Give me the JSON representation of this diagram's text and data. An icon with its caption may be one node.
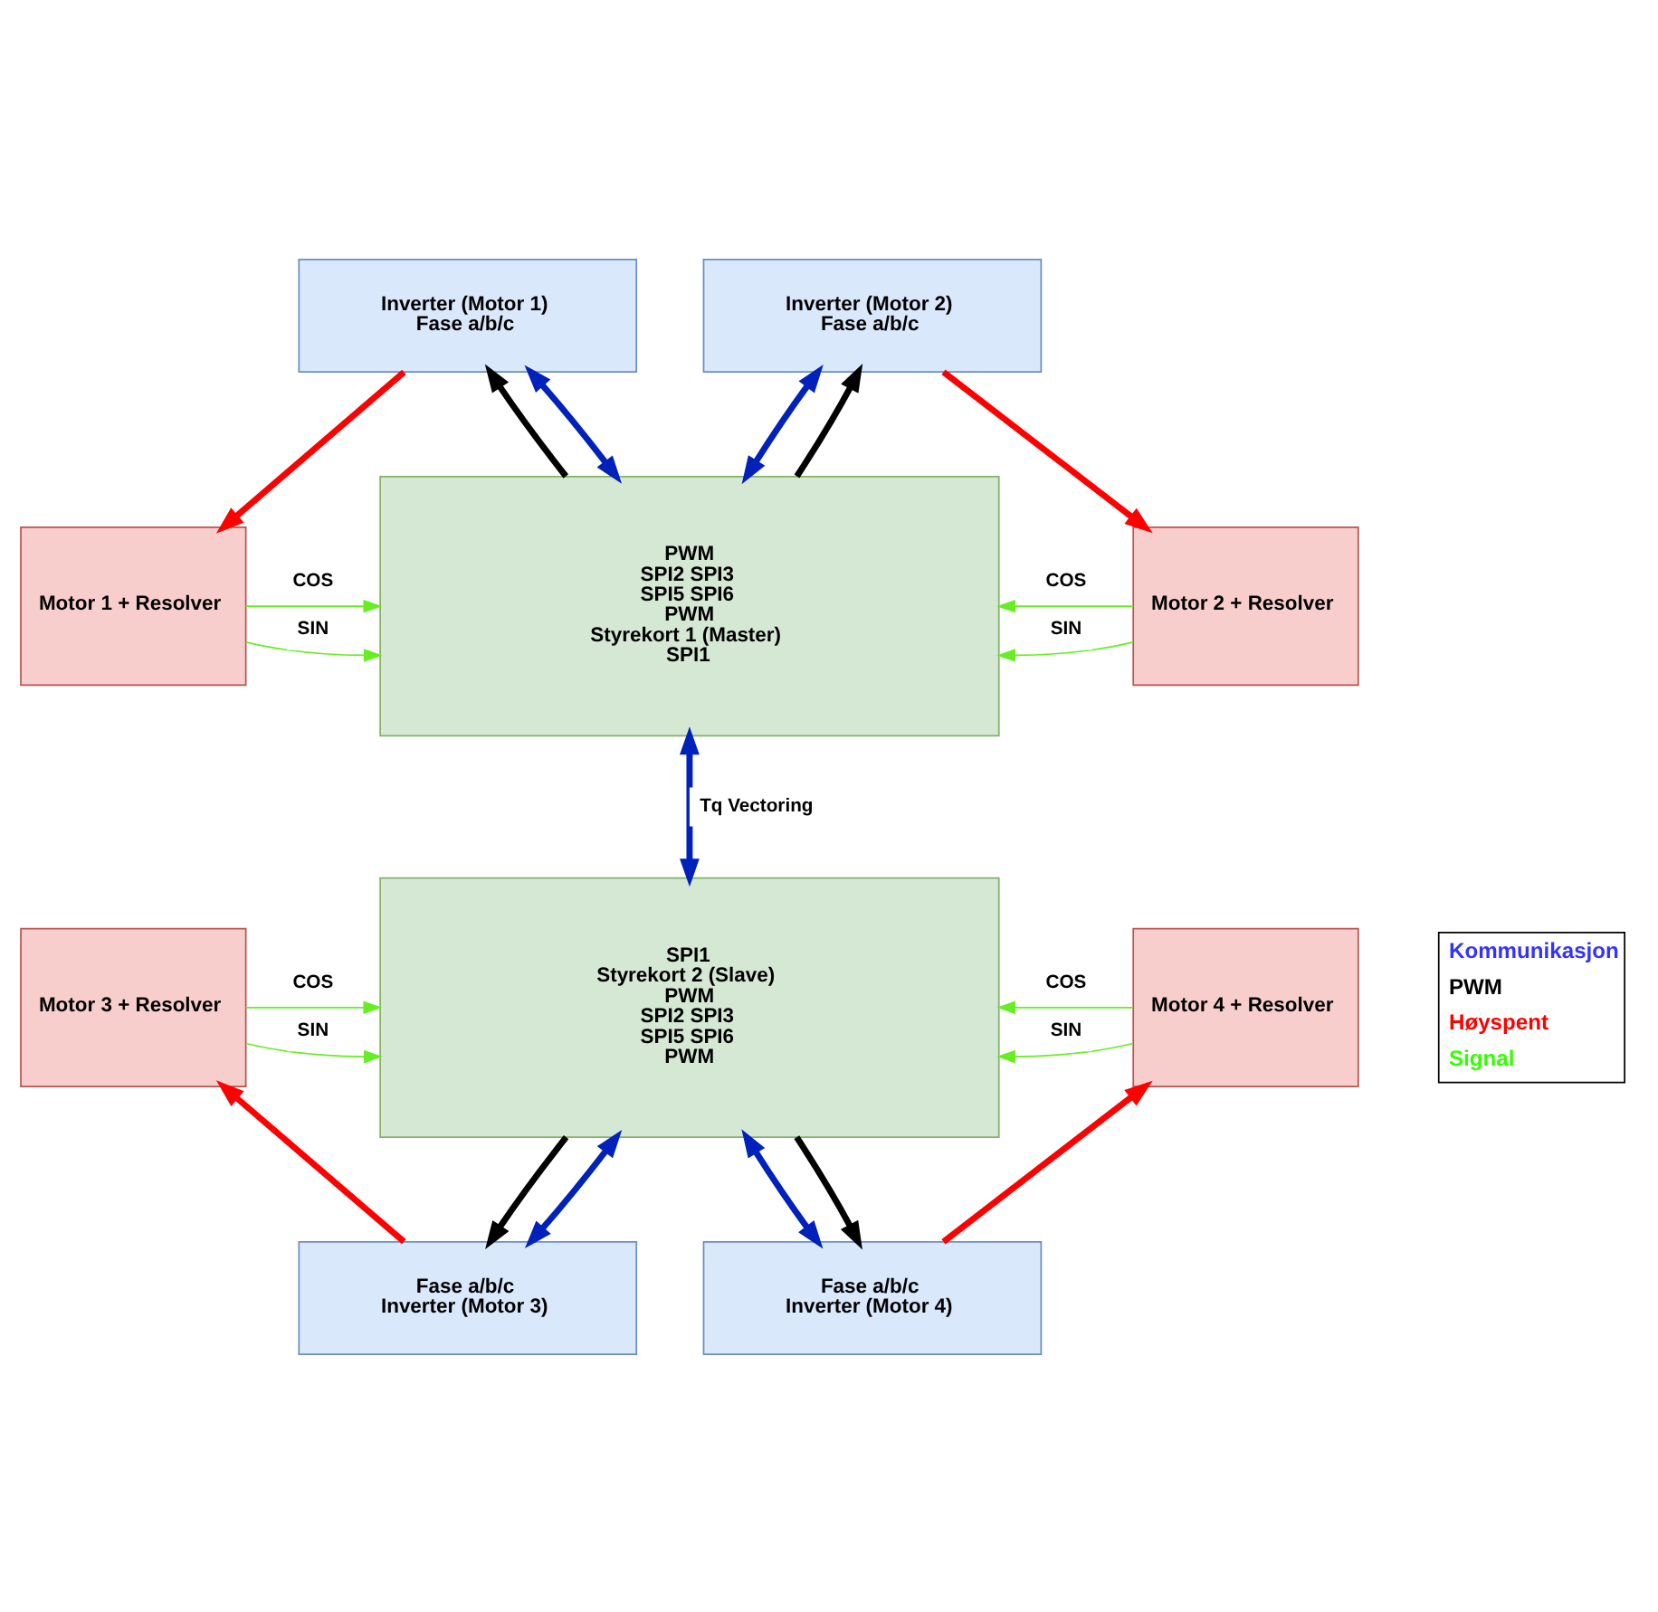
{
  "diagram": {
    "nodes": [
      {
        "text": [
          "Inverter (Motor 1)",
          "Fase a/b/c"
        ]
      },
      {
        "text": [
          "Inverter (Motor 2)",
          "Fase a/b/c"
        ]
      },
      {
        "text": [
          "Motor 1 + Resolver"
        ]
      },
      {
        "text": [
          "PWM",
          "SPI2 SPI3",
          "SPI5 SPI6",
          "PWM",
          "Styrekort 1 (Master)",
          "SPI1"
        ]
      },
      {
        "text": [
          "Motor 2 + Resolver"
        ]
      },
      {
        "text": [
          "Motor 3 + Resolver"
        ]
      },
      {
        "text": [
          "SPI1",
          "Styrekort 2 (Slave)",
          "PWM",
          "SPI2 SPI3",
          "SPI5 SPI6",
          "PWM"
        ]
      },
      {
        "text": [
          "Motor 4 + Resolver"
        ]
      },
      {
        "text": [
          "Fase a/b/c",
          "Inverter (Motor 3)"
        ]
      },
      {
        "text": [
          "Fase a/b/c",
          "Inverter (Motor 4)"
        ]
      }
    ],
    "edges": [
      {
        "from": 0,
        "to": 2,
        "arrow": "to",
        "color": "#ff0000"
      },
      {
        "from": 3,
        "to": 0,
        "arrow": "to",
        "color": "#000000"
      },
      {
        "from": 3,
        "to": 0,
        "arrow": "both",
        "color": "#0022bb"
      },
      {
        "from": 3,
        "to": 1,
        "arrow": "both",
        "color": "#0022bb"
      },
      {
        "from": 3,
        "to": 1,
        "arrow": "to",
        "color": "#000000"
      },
      {
        "from": 1,
        "to": 4,
        "arrow": "to",
        "color": "#ff0000"
      },
      {
        "from": 2,
        "to": 3,
        "arrow": "to",
        "label": "SIN"
      },
      {
        "from": 2,
        "to": 3,
        "arrow": "to",
        "label": "COS"
      },
      {
        "from": 4,
        "to": 3,
        "arrow": "to",
        "label": "SIN"
      },
      {
        "from": 4,
        "to": 3,
        "arrow": "to",
        "label": "COS"
      },
      {
        "from": 3,
        "to": 6,
        "arrow": "both",
        "label": "Tq Vectoring",
        "color": "#0022bb"
      },
      {
        "from": 5,
        "to": 6,
        "arrow": "to",
        "label": "SIN"
      },
      {
        "from": 5,
        "to": 6,
        "arrow": "to",
        "label": "COS"
      },
      {
        "from": 7,
        "to": 6,
        "arrow": "to",
        "label": "SIN"
      },
      {
        "from": 7,
        "to": 6,
        "arrow": "to",
        "label": "COS"
      },
      {
        "from": 6,
        "to": 8,
        "arrow": "to",
        "color": "#000000"
      },
      {
        "from": 6,
        "to": 8,
        "arrow": "both",
        "color": "#0022bb"
      },
      {
        "from": 6,
        "to": 9,
        "arrow": "both",
        "color": "#0022bb"
      },
      {
        "from": 6,
        "to": 9,
        "arrow": "to",
        "color": "#000000"
      },
      {
        "from": 8,
        "to": 5,
        "arrow": "to",
        "color": "#ff0000"
      },
      {
        "from": 9,
        "to": 7,
        "arrow": "to",
        "color": "#ff0000"
      }
    ],
    "legend": [
      {
        "text": "Kommunikasjon",
        "color": "#3333ff"
      },
      {
        "text": "PWM",
        "color": "#000000"
      },
      {
        "text": "Høyspent",
        "color": "#ff0000"
      },
      {
        "text": "Signal",
        "color": "#33ff00"
      }
    ]
  }
}
